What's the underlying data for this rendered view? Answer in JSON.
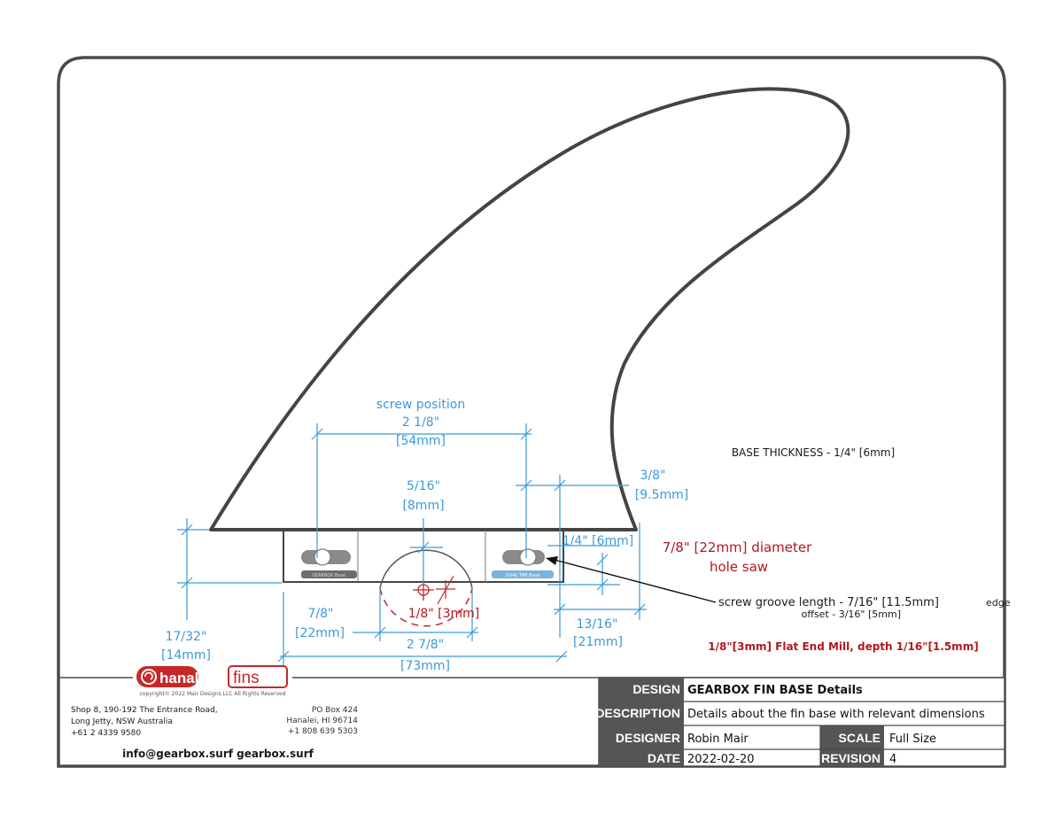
{
  "labels": {
    "screw_position": "screw position",
    "dim_2_1_8_in": "2 1/8\"",
    "dim_54mm": "[54mm]",
    "dim_5_16_in": "5/16\"",
    "dim_8mm": "[8mm]",
    "dim_3_8_in": "3/8\"",
    "dim_9_5mm": "[9.5mm]",
    "dim_1_4_6mm": "1/4\" [6mm]",
    "dim_7_8_in": "7/8\"",
    "dim_22mm": "[22mm]",
    "dim_1_8_3mm": "1/8\" [3mm]",
    "dim_2_7_8_in": "2 7/8\"",
    "dim_73mm": "[73mm]",
    "dim_13_16_in": "13/16\"",
    "dim_21mm": "[21mm]",
    "dim_17_32_in": "17/32\"",
    "dim_14mm": "[14mm]",
    "base_thickness": "BASE THICKNESS - 1/4\" [6mm]",
    "hole_saw_1": "7/8\" [22mm] diameter",
    "hole_saw_2": "hole saw",
    "groove_1": "screw groove length - 7/16\" [11.5mm]",
    "groove_edge": "edge",
    "groove_2": "offset - 3/16\" [5mm]",
    "end_mill": "1/8\"[3mm] Flat End Mill, depth 1/16\"[1.5mm]",
    "tab_left": "GEARBOX Base",
    "tab_right": "DUAL TAB Base"
  },
  "brand": {
    "name_a": "hanalei",
    "name_b": "fins",
    "copyright": "copyright© 2022 Mair Designs LLC All Rights Reserved",
    "addr_1": "Shop 8, 190-192 The Entrance Road,",
    "addr_2": "Long Jetty, NSW Australia",
    "addr_3": "+61 2 4339 9580",
    "po_1": "PO Box 424",
    "po_2": "Hanalei, HI 96714",
    "po_3": "+1 808 639 5303",
    "contact": "info@gearbox.surf  gearbox.surf",
    "color": "#c62828"
  },
  "title_block": {
    "design_label": "DESIGN",
    "design_value": "GEARBOX FIN BASE Details",
    "description_label": "DESCRIPTION",
    "description_value": "Details about the fin base with relevant dimensions",
    "designer_label": "DESIGNER",
    "designer_value": "Robin Mair",
    "scale_label": "SCALE",
    "scale_value": "Full Size",
    "date_label": "DATE",
    "date_value": "2022-02-20",
    "revision_label": "REVISION",
    "revision_value": "4"
  },
  "colors": {
    "dimension": "#3a9ad9",
    "annotation_red": "#b3171e",
    "outline": "#444444",
    "title_block_label_bg": "#555555"
  }
}
